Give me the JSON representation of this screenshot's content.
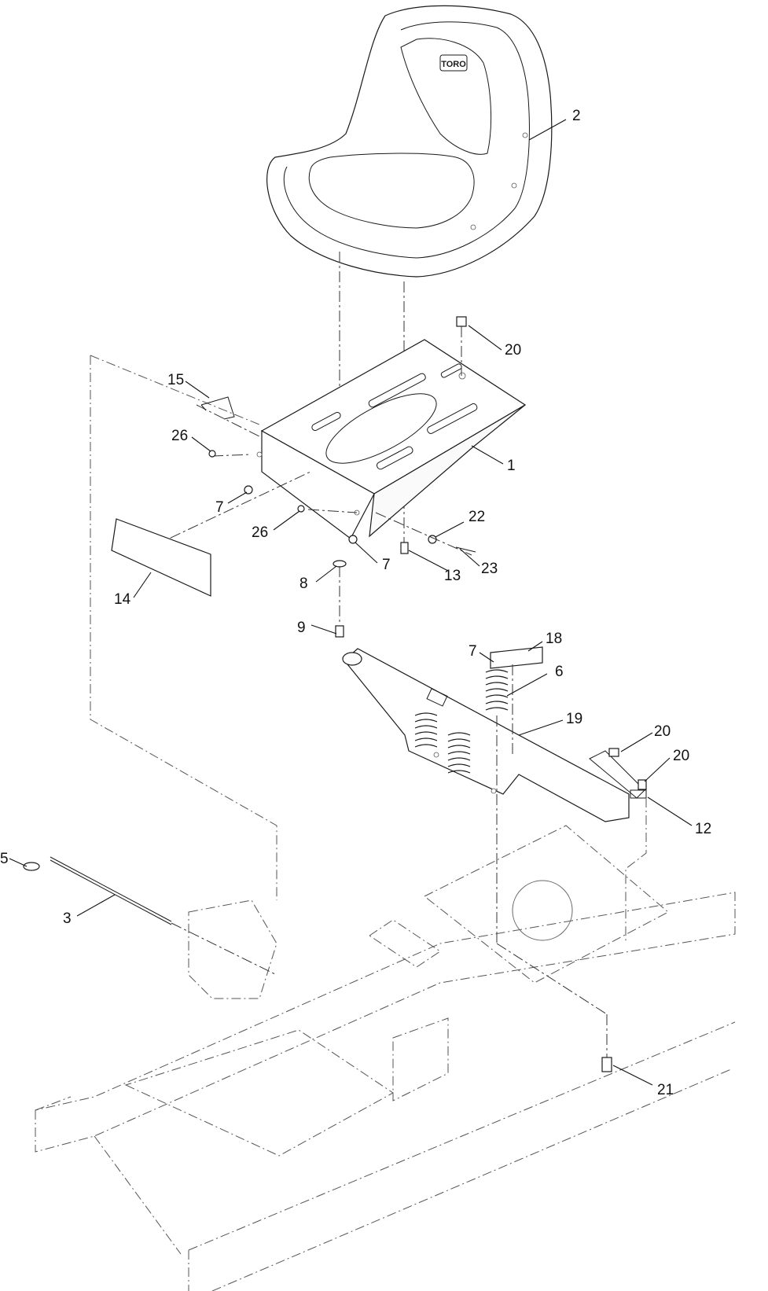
{
  "seat_logo_text": "TORO",
  "callouts": [
    {
      "id": "c1",
      "label": "1"
    },
    {
      "id": "c2",
      "label": "2"
    },
    {
      "id": "c3",
      "label": "3"
    },
    {
      "id": "c5",
      "label": "5"
    },
    {
      "id": "c6",
      "label": "6"
    },
    {
      "id": "c7a",
      "label": "7"
    },
    {
      "id": "c7b",
      "label": "7"
    },
    {
      "id": "c7c",
      "label": "7"
    },
    {
      "id": "c8",
      "label": "8"
    },
    {
      "id": "c9",
      "label": "9"
    },
    {
      "id": "c12",
      "label": "12"
    },
    {
      "id": "c13",
      "label": "13"
    },
    {
      "id": "c14",
      "label": "14"
    },
    {
      "id": "c15",
      "label": "15"
    },
    {
      "id": "c18",
      "label": "18"
    },
    {
      "id": "c19",
      "label": "19"
    },
    {
      "id": "c20a",
      "label": "20"
    },
    {
      "id": "c20b",
      "label": "20"
    },
    {
      "id": "c20c",
      "label": "20"
    },
    {
      "id": "c21",
      "label": "21"
    },
    {
      "id": "c22",
      "label": "22"
    },
    {
      "id": "c23",
      "label": "23"
    },
    {
      "id": "c26a",
      "label": "26"
    },
    {
      "id": "c26b",
      "label": "26"
    }
  ]
}
